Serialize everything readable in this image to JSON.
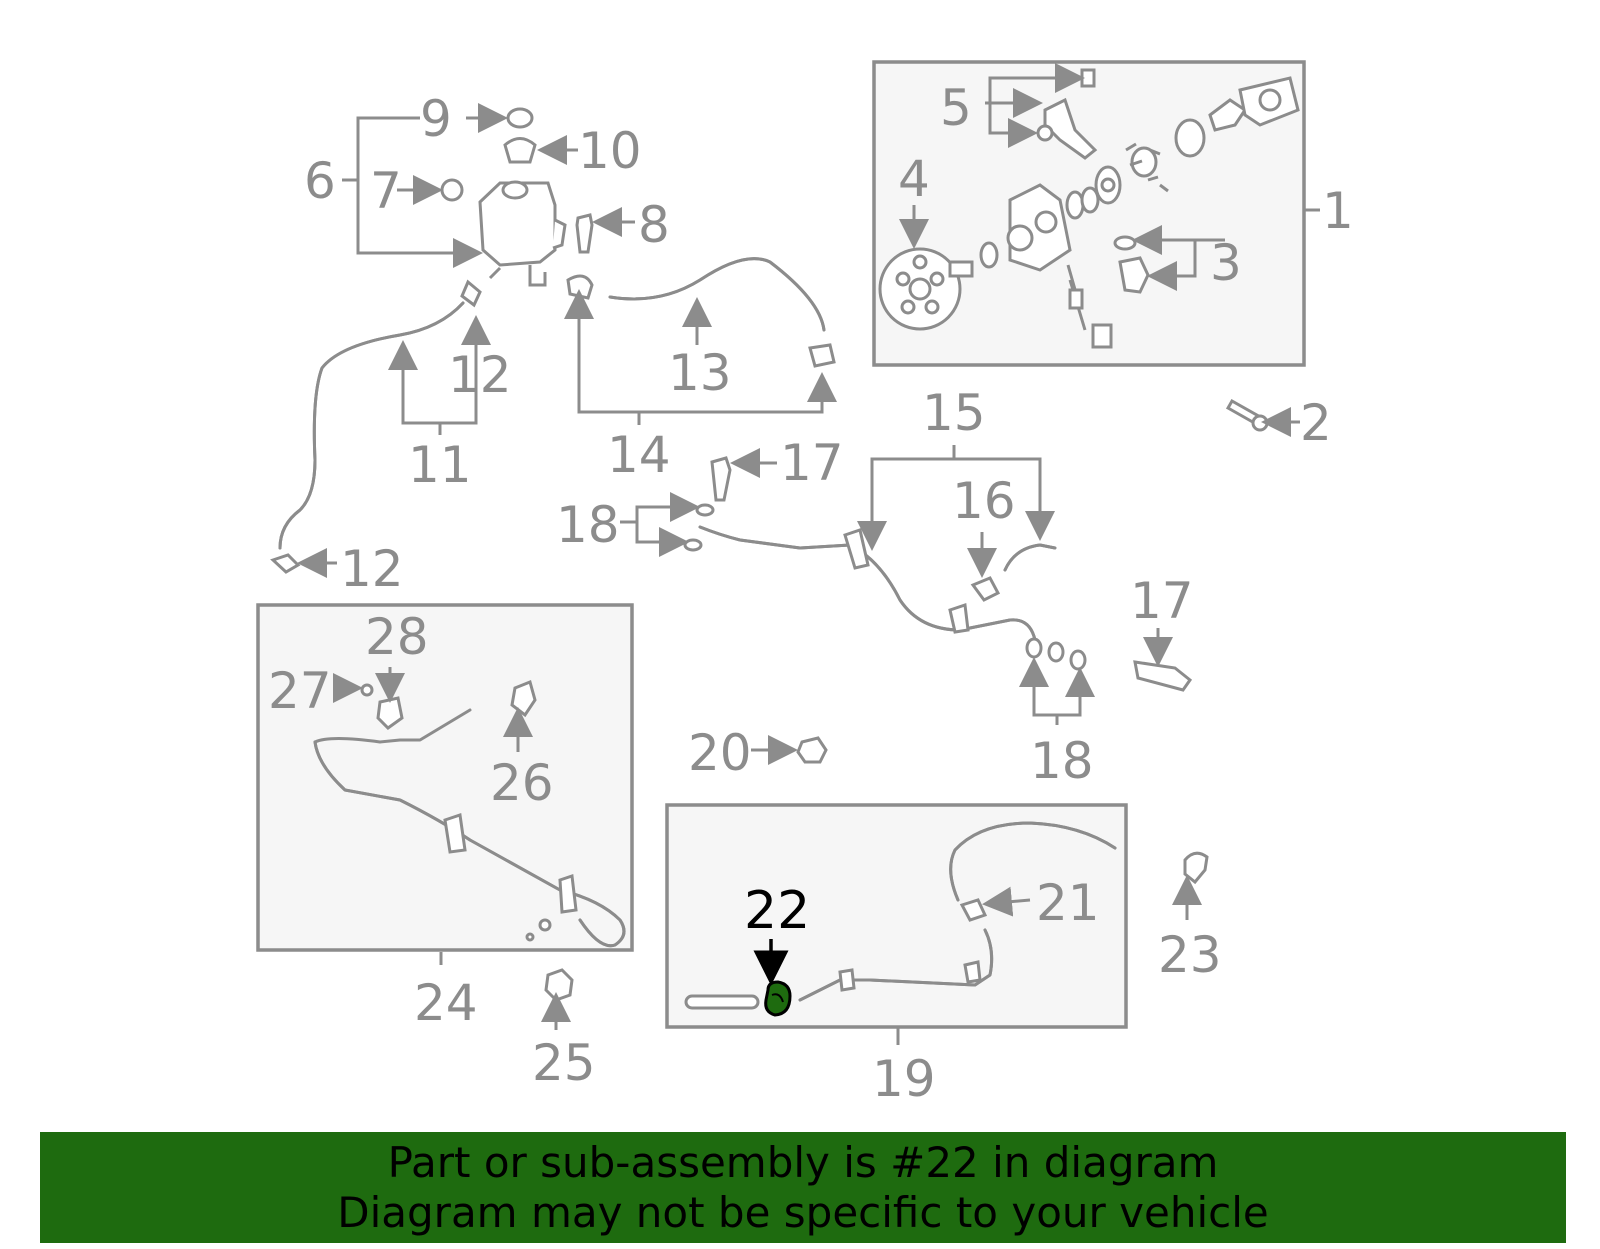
{
  "callouts": {
    "c1": "1",
    "c2": "2",
    "c3": "3",
    "c4": "4",
    "c5": "5",
    "c6": "6",
    "c7": "7",
    "c8": "8",
    "c9": "9",
    "c10": "10",
    "c11": "11",
    "c12a": "12",
    "c12b": "12",
    "c13": "13",
    "c14": "14",
    "c15": "15",
    "c16": "16",
    "c17a": "17",
    "c17b": "17",
    "c18a": "18",
    "c18b": "18",
    "c19": "19",
    "c20": "20",
    "c21": "21",
    "c22": "22",
    "c23": "23",
    "c24": "24",
    "c25": "25",
    "c26": "26",
    "c27": "27",
    "c28": "28"
  },
  "highlight": {
    "part": "22",
    "color": "#1e6b0f"
  },
  "banner": {
    "line1": "Part or sub-assembly is #22 in diagram",
    "line2": "Diagram may not be specific to your vehicle",
    "color": "#1e6b0f"
  }
}
